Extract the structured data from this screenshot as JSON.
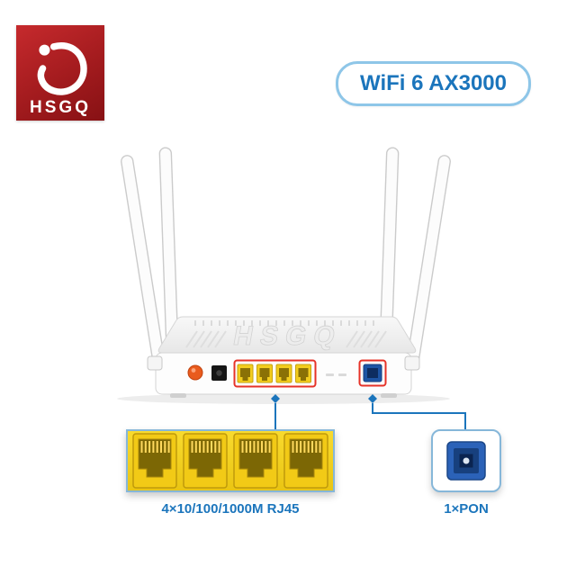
{
  "brand": {
    "logo_text": "HSGQ"
  },
  "badge": {
    "label": "WiFi 6 AX3000"
  },
  "router": {
    "embossed_text": "HSGQ"
  },
  "callouts": {
    "lan_label": "4×10/100/1000M RJ45",
    "pon_label": "1×PON"
  },
  "colors": {
    "accent_blue": "#1b75bc",
    "badge_border": "#8ec6e8",
    "logo_red": "#a81e22",
    "highlight_red": "#e63228",
    "port_yellow": "#f3cd1e",
    "pon_blue": "#2b62b8"
  },
  "icons": {
    "logo_mark": "swirl-flame-icon",
    "lan_ports": "rj45-port-icon",
    "pon_port": "sc-fiber-connector-icon"
  }
}
